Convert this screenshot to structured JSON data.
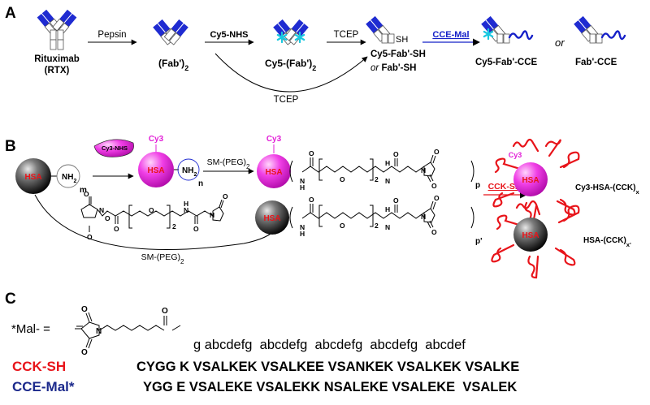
{
  "panels": {
    "a": {
      "letter": "A"
    },
    "b": {
      "letter": "B"
    },
    "c": {
      "letter": "C"
    }
  },
  "panel_a": {
    "rtx_name": "Rituximab",
    "rtx_abbr": "(RTX)",
    "pepsin": "Pepsin",
    "fab2_base": "(Fab')",
    "fab2_sub": "2",
    "cy5nhs": "Cy5-NHS",
    "cy5fab2_base": "Cy5-(Fab')",
    "cy5fab2_sub": "2",
    "tcep_top": "TCEP",
    "sh": "SH",
    "cy5fabsh": "Cy5-Fab'-SH",
    "or_word": "or",
    "fabsh": "Fab'-SH",
    "ccemal": "CCE-Mal",
    "cy5fabcce": "Cy5-Fab'-CCE",
    "or2": "or",
    "fabcce": "Fab'-CCE",
    "tcep_bottom": "TCEP"
  },
  "panel_b": {
    "hsa": "HSA",
    "nh2": "NH",
    "nh2_sub": "2",
    "m": "m",
    "cy3nhs": "Cy3-NHS",
    "cy3": "Cy3",
    "n": "n",
    "smpeg_base": "SM-(PEG)",
    "smpeg_sub": "2",
    "peg_o": "O",
    "peg_n": "N",
    "peg_h": "H",
    "peg_2": "2",
    "p": "p",
    "pprime": "p'",
    "cck_sh": "CCK-SH",
    "cy3hsacck_base": "Cy3-HSA-(CCK)",
    "cy3hsacck_sub": "x",
    "hsacck_base": "HSA-(CCK)",
    "hsacck_sub": "x'"
  },
  "panel_c": {
    "mal_label": "*Mal- =",
    "mal_n": "N",
    "mal_o": "O",
    "heptad_header": "g abcdefg  abcdefg  abcdefg  abcdefg  abcdef",
    "cck_label": "CCK-SH",
    "cck_seq": "CYGG K VSALKEK VSALKEE VSANKEK VSALKEK VSALKE",
    "cce_label": "CCE-Mal*",
    "cce_seq": "YGG E VSALEKE VSALEKK NSALEKE VSALEKE  VSALEK"
  },
  "colors": {
    "blue_domain": "#1f2bd1",
    "cy5": "#19c8e0",
    "cy3": "#e21fd7",
    "cck_red": "#e8141a",
    "cce_navy": "#1c2a8c",
    "cce_mal_blue": "#1520c8"
  }
}
